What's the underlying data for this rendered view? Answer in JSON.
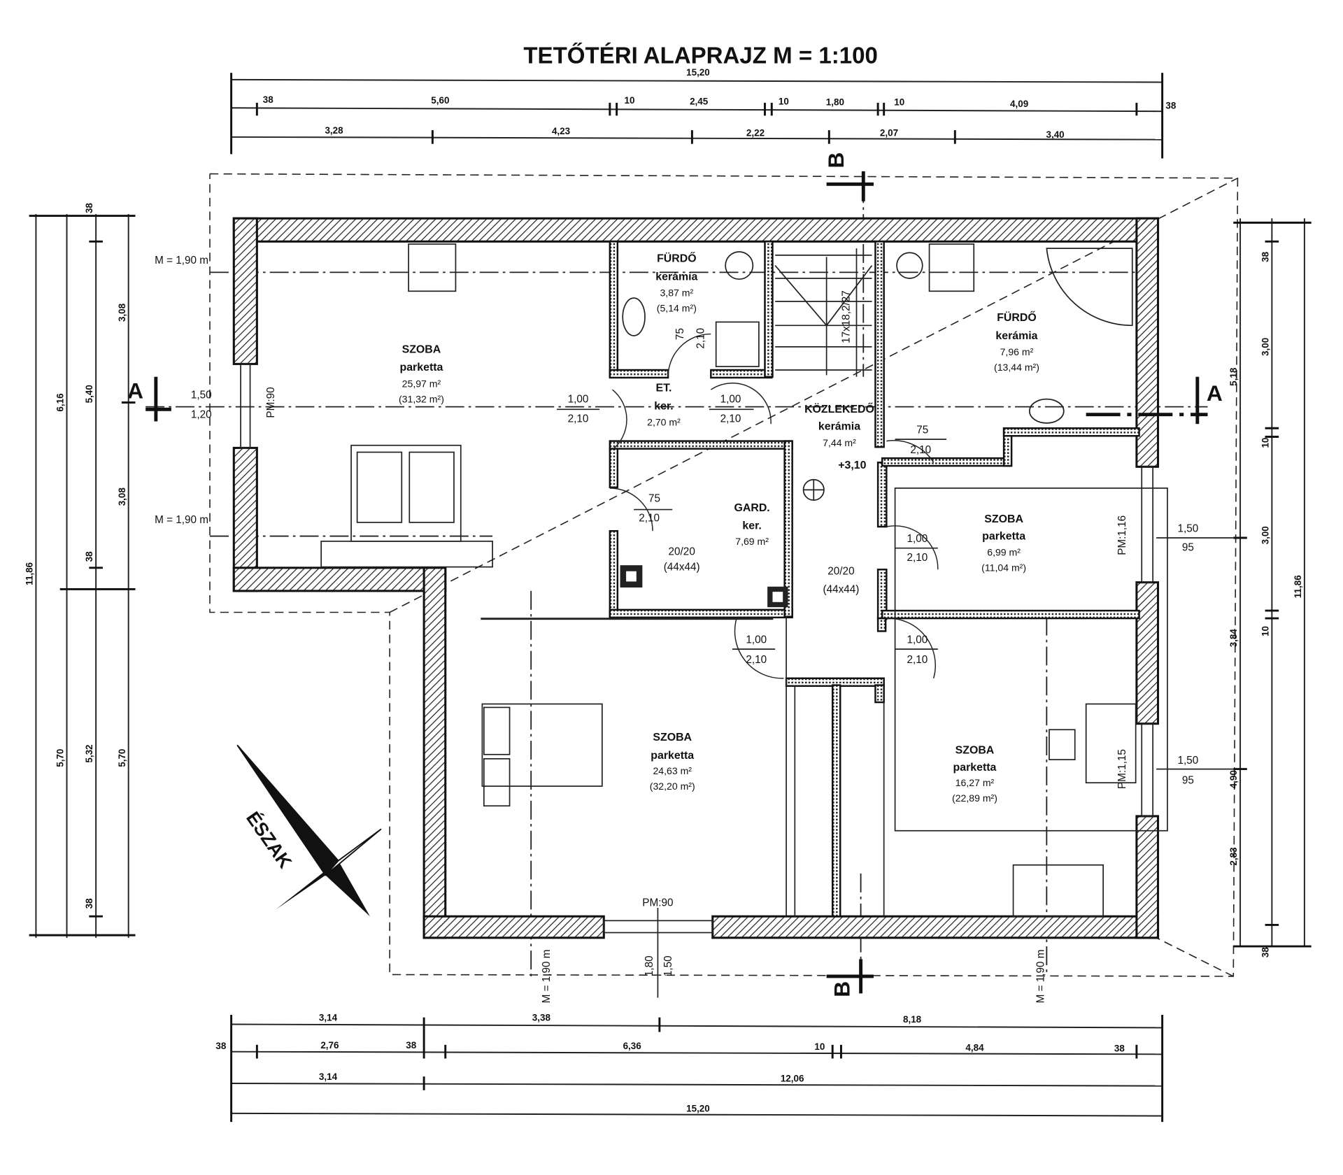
{
  "title": "TETŐTÉRI ALAPRAJZ M = 1:100",
  "dimensions": {
    "top_row1": [
      "15,20"
    ],
    "top_row2": [
      "38",
      "5,60",
      "10",
      "2,45",
      "10",
      "1,80",
      "10",
      "4,09",
      "38"
    ],
    "top_row3": [
      "3,28",
      "4,23",
      "2,22",
      "2,07",
      "3,40"
    ],
    "bottom_row1": [
      "3,14",
      "3,38",
      "8,18"
    ],
    "bottom_row2": [
      "38",
      "2,76",
      "38",
      "6,36",
      "10",
      "4,84",
      "38"
    ],
    "bottom_row3": [
      "3,14",
      "12,06"
    ],
    "bottom_row4": [
      "15,20"
    ],
    "left_col1": [
      "11,86"
    ],
    "left_col2": [
      "6,16",
      "5,70"
    ],
    "left_col3": [
      "38",
      "5,40",
      "38",
      "5,32",
      "38"
    ],
    "left_col4": [
      "3,08",
      "3,08",
      "5,70"
    ],
    "right_col1": [
      "5,18",
      "3,84",
      "4,90",
      "2,83"
    ],
    "right_col2": [
      "38",
      "3,00",
      "10",
      "3,00",
      "10",
      "38"
    ],
    "right_col3": [
      "11,86"
    ]
  },
  "rooms": [
    {
      "name": "SZOBA",
      "floor": "parketta",
      "area": "25,97 m²",
      "gross": "(31,32 m²)"
    },
    {
      "name": "FÜRDŐ",
      "floor": "kerámia",
      "area": "3,87 m²",
      "gross": "(5,14 m²)"
    },
    {
      "name": "ET.",
      "floor": "ker.",
      "area": "2,70 m²"
    },
    {
      "name": "KÖZLEKEDŐ",
      "floor": "kerámia",
      "area": "7,44 m²",
      "level": "+3,10"
    },
    {
      "name": "FÜRDŐ",
      "floor": "kerámia",
      "area": "7,96 m²",
      "gross": "(13,44 m²)"
    },
    {
      "name": "GARD.",
      "floor": "ker.",
      "area": "7,69 m²"
    },
    {
      "name": "SZOBA",
      "floor": "parketta",
      "area": "6,99 m²",
      "gross": "(11,04 m²)"
    },
    {
      "name": "SZOBA",
      "floor": "parketta",
      "area": "24,63 m²",
      "gross": "(32,20 m²)"
    },
    {
      "name": "SZOBA",
      "floor": "parketta",
      "area": "16,27 m²",
      "gross": "(22,89 m²)"
    }
  ],
  "openings": {
    "door_100_210": [
      "1,00",
      "2,10"
    ],
    "door_75_210": [
      "75",
      "2,10"
    ],
    "window_150_120": [
      "1,50",
      "1,20"
    ],
    "window_150_95": [
      "1,50",
      "95"
    ],
    "chimney": [
      "20/20",
      "(44x44)"
    ],
    "stair": "17x18,2/27",
    "pm90": "PM:90",
    "pm116": "PM:1,16",
    "pm115": "PM:1,15",
    "bottom_window": [
      "1,80",
      "1,50"
    ]
  },
  "height_lines": [
    "M = 1,90 m",
    "M = 1,90 m",
    "M = 1,90 m",
    "M = 1,90 m"
  ],
  "sections": {
    "a": "A",
    "b": "B"
  },
  "north": "ÉSZAK"
}
